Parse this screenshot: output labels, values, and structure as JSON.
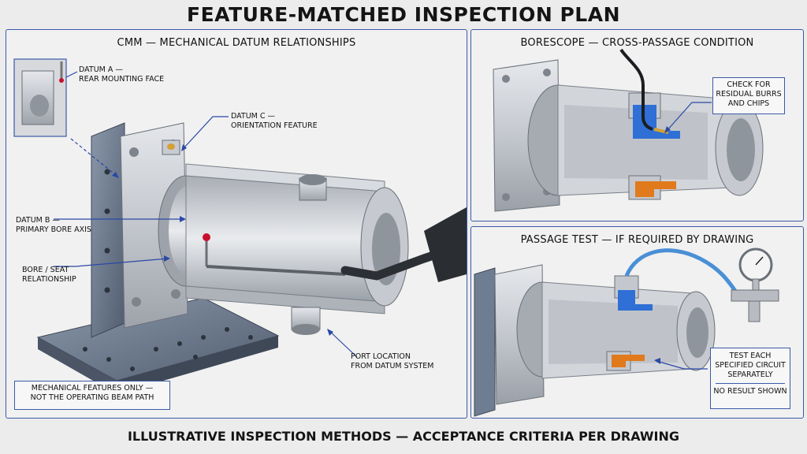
{
  "title": "FEATURE-MATCHED INSPECTION PLAN",
  "footer": "ILLUSTRATIVE INSPECTION METHODS — ACCEPTANCE CRITERIA PER DRAWING",
  "cmm": {
    "title": "CMM — MECHANICAL DATUM RELATIONSHIPS",
    "datum_a_line1": "DATUM A —",
    "datum_a_line2": "REAR MOUNTING FACE",
    "datum_c_line1": "DATUM C —",
    "datum_c_line2": "ORIENTATION FEATURE",
    "datum_b_line1": "DATUM B —",
    "datum_b_line2": "PRIMARY BORE AXIS",
    "bore_line1": "BORE / SEAT",
    "bore_line2": "RELATIONSHIP",
    "port_line1": "PORT LOCATION",
    "port_line2": "FROM DATUM SYSTEM",
    "note_line1": "MECHANICAL FEATURES ONLY —",
    "note_line2": "NOT THE OPERATING BEAM PATH"
  },
  "borescope": {
    "title": "BORESCOPE — CROSS-PASSAGE CONDITION",
    "callout_line1": "CHECK FOR",
    "callout_line2": "RESIDUAL BURRS",
    "callout_line3": "AND CHIPS"
  },
  "passage": {
    "title": "PASSAGE TEST — IF REQUIRED BY DRAWING",
    "callout_line1": "TEST EACH",
    "callout_line2": "SPECIFIED CIRCUIT",
    "callout_line3": "SEPARATELY",
    "no_result": "NO RESULT SHOWN"
  },
  "colors": {
    "frame": "#3b5aa8",
    "metal": "#c9ccd1",
    "fixture": "#6f7d92",
    "blue_passage": "#2f6fd6",
    "orange_passage": "#e07a1c",
    "probe_tip": "#c8102e"
  }
}
